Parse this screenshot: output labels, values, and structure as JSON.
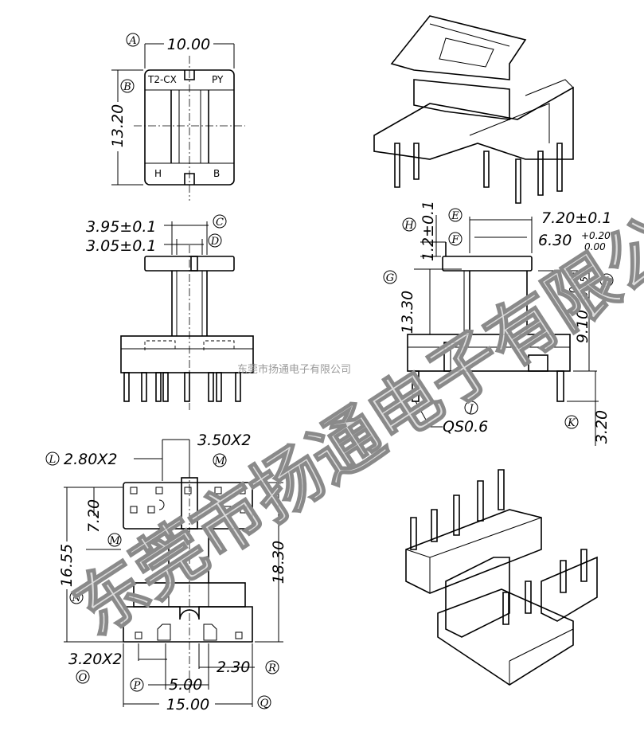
{
  "dimensions": {
    "a_width": "10.00",
    "b_height": "13.20",
    "c_dim": "3.95±0.1",
    "d_dim": "3.05±0.1",
    "e_dim": "7.20±0.1",
    "f_dim": "6.30",
    "f_tol_plus": "+0.20",
    "f_tol_minus": "0.00",
    "h_dim": "1.2±0.1",
    "g_dim": "13.30",
    "i_dim": "9.10",
    "i_tol_plus": "+0.05",
    "i_tol_minus": "-0.15",
    "j_pin": "QS0.6",
    "k_dim": "3.20",
    "l_dim": "2.80X2",
    "m_dim": "3.50X2",
    "m2_dim": "7.20",
    "n_dim": "16.55",
    "height_18": "18.30",
    "o_dim": "3.20X2",
    "r_dim": "2.30",
    "p_dim": "5.00",
    "q_dim": "15.00"
  },
  "markers": [
    "A",
    "B",
    "C",
    "D",
    "E",
    "F",
    "G",
    "H",
    "I",
    "J",
    "K",
    "L",
    "M",
    "M",
    "N",
    "O",
    "P",
    "Q",
    "R"
  ],
  "labels": {
    "top_left": "T2-CX",
    "top_right": "PY",
    "bottom_left": "H",
    "bottom_right": "B"
  },
  "watermark": {
    "main": "东莞市扬通电子有限公司",
    "small": "东莞市扬通电子有限公司"
  }
}
